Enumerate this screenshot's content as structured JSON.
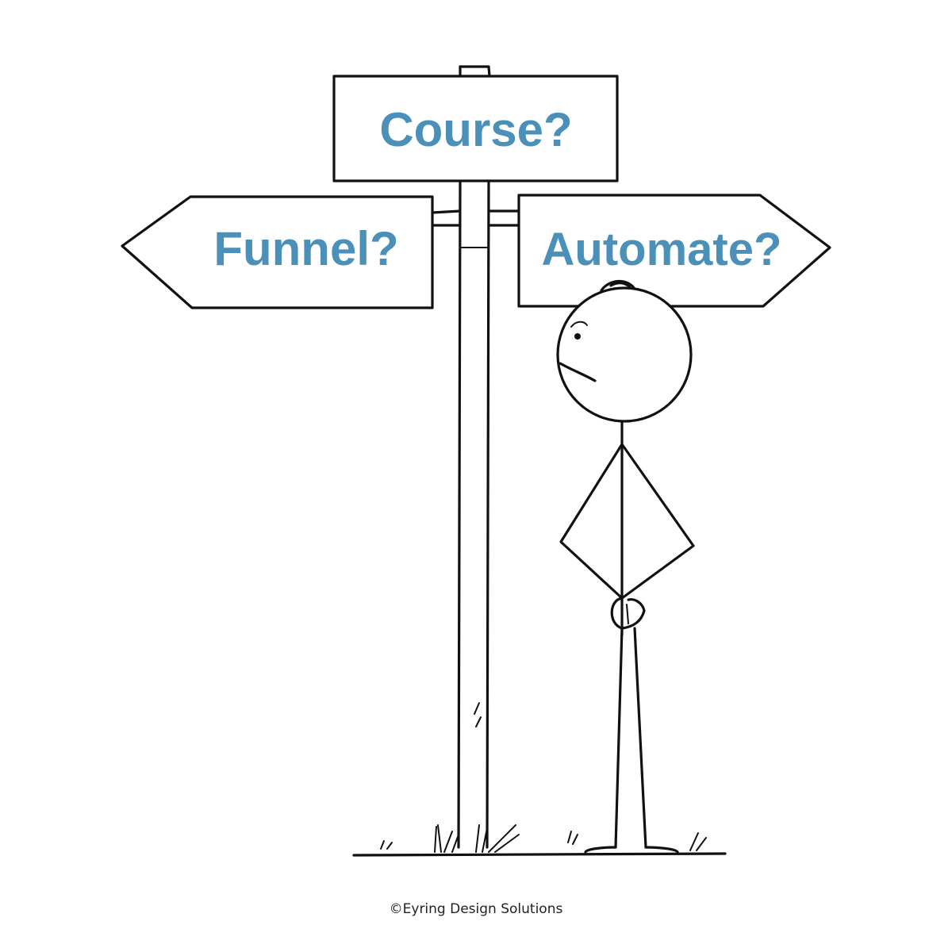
{
  "signs": {
    "top": "Course?",
    "left": "Funnel?",
    "right": "Automate?"
  },
  "credit": "©Eyring Design Solutions",
  "colors": {
    "sign_text": "#4a90b8",
    "ink": "#111111",
    "background": "#ffffff"
  }
}
